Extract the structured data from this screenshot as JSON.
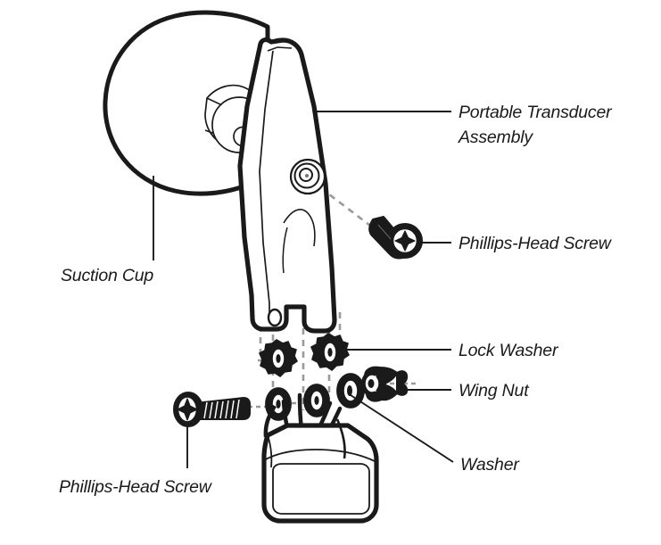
{
  "figure": {
    "type": "exploded-assembly-diagram",
    "subject": "Portable transducer mounting assembly",
    "background_color": "#ffffff",
    "line_color": "#1a1a1a",
    "guide_line_color": "#999999"
  },
  "callouts": [
    {
      "id": "portable-transducer-assembly",
      "label_line_1": "Portable Transducer",
      "label_line_2": "Assembly",
      "leader": "horizontal",
      "side": "right"
    },
    {
      "id": "phillips-head-screw-upper",
      "label_line_1": "Phillips-Head Screw",
      "label_line_2": "",
      "leader": "horizontal",
      "side": "right"
    },
    {
      "id": "lock-washer",
      "label_line_1": "Lock Washer",
      "label_line_2": "",
      "leader": "horizontal",
      "side": "right"
    },
    {
      "id": "wing-nut",
      "label_line_1": "Wing Nut",
      "label_line_2": "",
      "leader": "horizontal",
      "side": "right"
    },
    {
      "id": "washer",
      "label_line_1": "Washer",
      "label_line_2": "",
      "leader": "diagonal",
      "side": "right"
    },
    {
      "id": "suction-cup",
      "label_line_1": "Suction Cup",
      "label_line_2": "",
      "leader": "vertical",
      "side": "left"
    },
    {
      "id": "phillips-head-screw-lower",
      "label_line_1": "Phillips-Head Screw",
      "label_line_2": "",
      "leader": "vertical",
      "side": "left"
    }
  ],
  "parts": [
    {
      "id": "suction-cup",
      "name": "Suction Cup",
      "quantity": 1
    },
    {
      "id": "portable-transducer-assembly",
      "name": "Portable Transducer Assembly",
      "quantity": 1
    },
    {
      "id": "phillips-head-screw-upper",
      "name": "Phillips-Head Screw",
      "quantity": 1
    },
    {
      "id": "phillips-head-screw-lower",
      "name": "Phillips-Head Screw",
      "quantity": 1
    },
    {
      "id": "lock-washer",
      "name": "Lock Washer",
      "quantity": 2
    },
    {
      "id": "washer",
      "name": "Washer",
      "quantity": 2
    },
    {
      "id": "wing-nut",
      "name": "Wing Nut",
      "quantity": 1
    },
    {
      "id": "transducer-body",
      "name": "Transducer Body",
      "quantity": 1
    }
  ]
}
